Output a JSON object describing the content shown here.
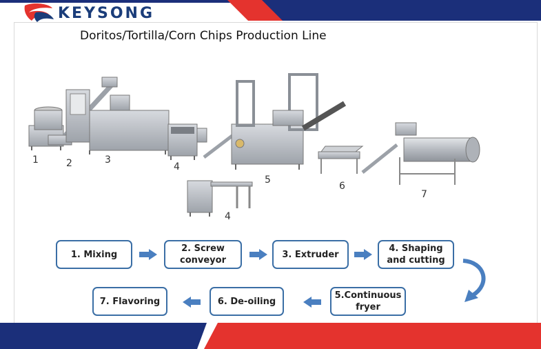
{
  "header": {
    "brand": "KEYSONG",
    "title": "Doritos/Tortilla/Corn Chips Production Line"
  },
  "machine_numbers": [
    "1",
    "2",
    "3",
    "4",
    "5",
    "6",
    "7",
    "4"
  ],
  "process_steps": [
    {
      "line1": "1. Mixing",
      "line2": ""
    },
    {
      "line1": "2. Screw",
      "line2": "conveyor"
    },
    {
      "line1": "3. Extruder",
      "line2": ""
    },
    {
      "line1": "4. Shaping",
      "line2": "and cutting"
    },
    {
      "line1": "5.Continuous",
      "line2": "fryer"
    },
    {
      "line1": "6. De-oiling",
      "line2": ""
    },
    {
      "line1": "7. Flavoring",
      "line2": ""
    }
  ],
  "colors": {
    "banner_blue": "#1b2f7a",
    "banner_red": "#e4332e",
    "box_border": "#3a6ea5",
    "arrow_blue": "#4a7fc0",
    "steel": "#b8bcc2"
  }
}
